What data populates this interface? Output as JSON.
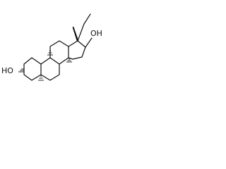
{
  "diagram": {
    "kind": "skeletal-formula",
    "line_color": "#111111",
    "background": "#ffffff",
    "labels": {
      "oh_top": "OH",
      "oh_bottom": "HO"
    }
  }
}
